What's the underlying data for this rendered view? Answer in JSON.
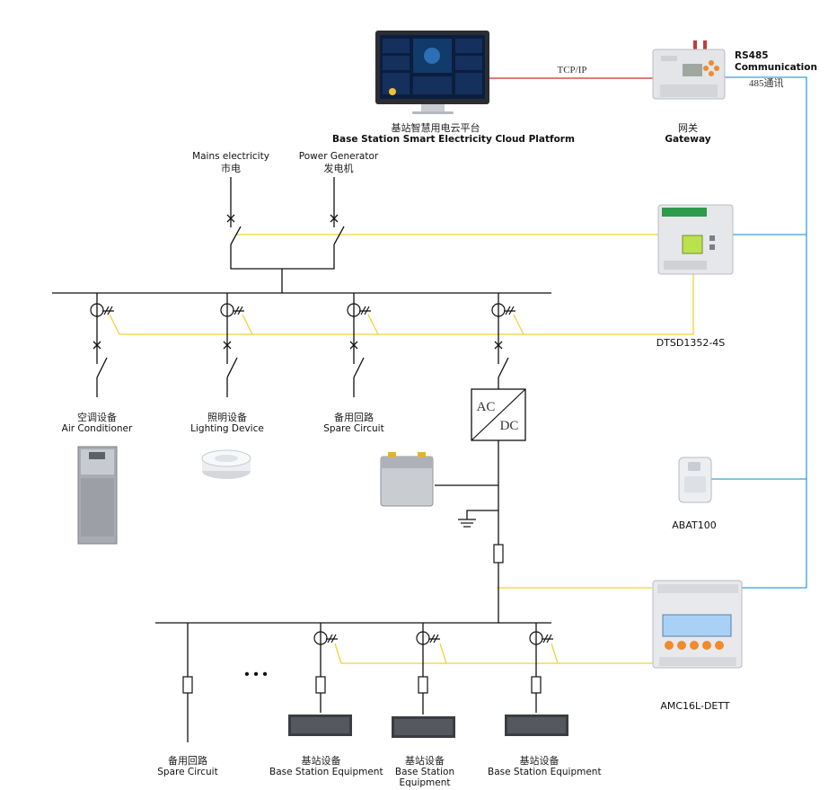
{
  "cloud_platform": {
    "label_cn": "基站智慧用电云平台",
    "label_en": "Base Station Smart Electricity Cloud Platform"
  },
  "link": {
    "protocol": "TCP/IP"
  },
  "gateway": {
    "label_cn": "网关",
    "label_en": "Gateway"
  },
  "rs485": {
    "title": "RS485",
    "subtitle": "Communication",
    "cn": "485通讯"
  },
  "sources": {
    "mains_en": "Mains electricity",
    "mains_cn": "市电",
    "generator_en": "Power Generator",
    "generator_cn": "发电机"
  },
  "meters": {
    "dtsd": "DTSD1352-4S",
    "abat": "ABAT100",
    "amc": "AMC16L-DETT"
  },
  "converter": {
    "top": "AC",
    "bottom": "DC"
  },
  "upper_loads": [
    {
      "cn": "空调设备",
      "en": "Air Conditioner"
    },
    {
      "cn": "照明设备",
      "en": "Lighting Device"
    },
    {
      "cn": "备用回路",
      "en": "Spare Circuit"
    }
  ],
  "lower_loads": [
    {
      "cn": "备用回路",
      "en": "Spare Circuit"
    },
    {
      "cn": "基站设备",
      "en": "Base Station Equipment"
    },
    {
      "cn": "基站设备",
      "en": "Base Station Equipment"
    },
    {
      "cn": "基站设备",
      "en": "Base Station Equipment"
    }
  ],
  "ellipsis": "• • •",
  "colors": {
    "tcp_line": "#d42a2a",
    "rs485_line": "#3a9fd8",
    "signal_line": "#f0d23c",
    "power_line": "#111111"
  }
}
